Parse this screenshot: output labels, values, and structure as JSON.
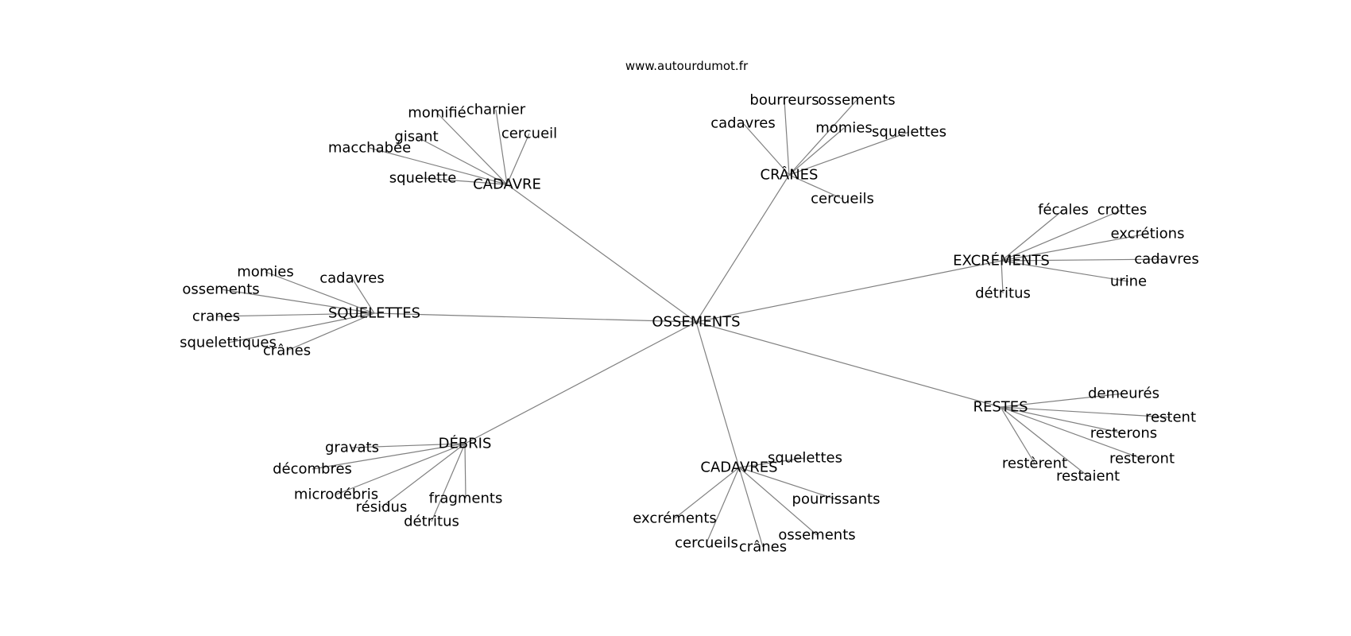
{
  "site": "www.autourdumot.fr",
  "center": "OSSEMENTS",
  "hubs": [
    {
      "label": "CADAVRE",
      "leaves": [
        "squelette",
        "macchabée",
        "gisant",
        "momifié",
        "charnier",
        "cercueil"
      ]
    },
    {
      "label": "CRÂNES",
      "leaves": [
        "cadavres",
        "bourreurs",
        "ossements",
        "momies",
        "squelettes",
        "cercueils"
      ]
    },
    {
      "label": "EXCRÉMENTS",
      "leaves": [
        "fécales",
        "crottes",
        "excrétions",
        "cadavres",
        "urine",
        "détritus"
      ]
    },
    {
      "label": "SQUELETTES",
      "leaves": [
        "momies",
        "ossements",
        "cranes",
        "squelettiques",
        "crânes",
        "cadavres"
      ]
    },
    {
      "label": "RESTES",
      "leaves": [
        "demeurés",
        "restent",
        "resterons",
        "resteront",
        "restaient",
        "restèrent"
      ]
    },
    {
      "label": "DÉBRIS",
      "leaves": [
        "gravats",
        "décombres",
        "microdébris",
        "résidus",
        "détritus",
        "fragments"
      ]
    },
    {
      "label": "CADAVRES",
      "leaves": [
        "squelettes",
        "pourrissants",
        "ossements",
        "crânes",
        "cercueils",
        "excréments"
      ]
    }
  ]
}
